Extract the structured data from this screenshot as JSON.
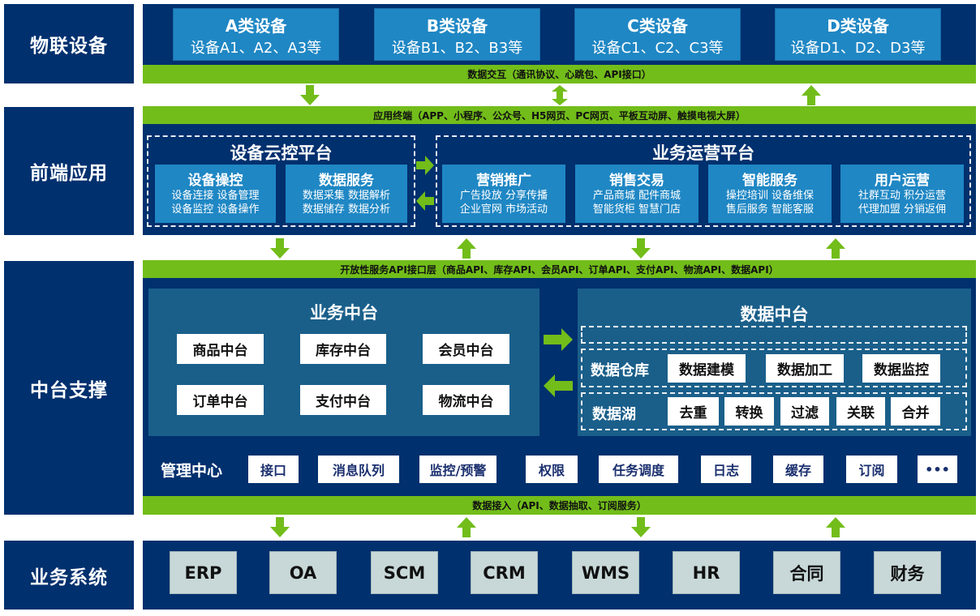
{
  "layers": {
    "iot": "物联设备",
    "frontend": "前端应用",
    "middle": "中台支撑",
    "business": "业务系统"
  },
  "devices": [
    {
      "title": "A类设备",
      "sub": "设备A1、A2、A3等"
    },
    {
      "title": "B类设备",
      "sub": "设备B1、B2、B3等"
    },
    {
      "title": "C类设备",
      "sub": "设备C1、C2、C3等"
    },
    {
      "title": "D类设备",
      "sub": "设备D1、D2、D3等"
    }
  ],
  "bars": {
    "data_exchange": "数据交互（通讯协议、心跳包、API接口）",
    "app_terminal": "应用终端（APP、小程序、公众号、H5网页、PC网页、平板互动屏、触摸电视大屏）",
    "open_api": "开放性服务API接口层（商品API、库存API、会员API、订单API、支付API、物流API、数据API）",
    "data_access": "数据接入（API、数据抽取、订阅服务）"
  },
  "cloud_platform": {
    "title": "设备云控平台",
    "cards": [
      {
        "title": "设备操控",
        "l1": "设备连接  设备管理",
        "l2": "设备监控  设备操作"
      },
      {
        "title": "数据服务",
        "l1": "数据采集  数据解析",
        "l2": "数据储存  数据分析"
      }
    ]
  },
  "ops_platform": {
    "title": "业务运营平台",
    "cards": [
      {
        "title": "营销推广",
        "l1": "广告投放  分享传播",
        "l2": "企业官网  市场活动"
      },
      {
        "title": "销售交易",
        "l1": "产品商城  配件商城",
        "l2": "智能货柜  智慧门店"
      },
      {
        "title": "智能服务",
        "l1": "操控培训  设备维保",
        "l2": "售后服务  智能客服"
      },
      {
        "title": "用户运营",
        "l1": "社群互动  积分运营",
        "l2": "代理加盟  分销返佣"
      }
    ]
  },
  "business_center": {
    "title": "业务中台",
    "items": [
      "商品中台",
      "库存中台",
      "会员中台",
      "订单中台",
      "支付中台",
      "物流中台"
    ]
  },
  "data_center": {
    "title": "数据中台",
    "warehouse": {
      "label": "数据仓库",
      "items": [
        "数据建模",
        "数据加工",
        "数据监控"
      ]
    },
    "lake": {
      "label": "数据湖",
      "items": [
        "去重",
        "转换",
        "过滤",
        "关联",
        "合并"
      ]
    }
  },
  "management": {
    "label": "管理中心",
    "items": [
      "接口",
      "消息队列",
      "监控/预警",
      "权限",
      "任务调度",
      "日志",
      "缓存",
      "订阅",
      "•••"
    ]
  },
  "systems": [
    "ERP",
    "OA",
    "SCM",
    "CRM",
    "WMS",
    "HR",
    "合同",
    "财务"
  ],
  "colors": {
    "navy": "#00306e",
    "blue": "#1f87c4",
    "green": "#72bd1a",
    "panel": "#1a5f8a",
    "gray": "#c8d8d8"
  }
}
